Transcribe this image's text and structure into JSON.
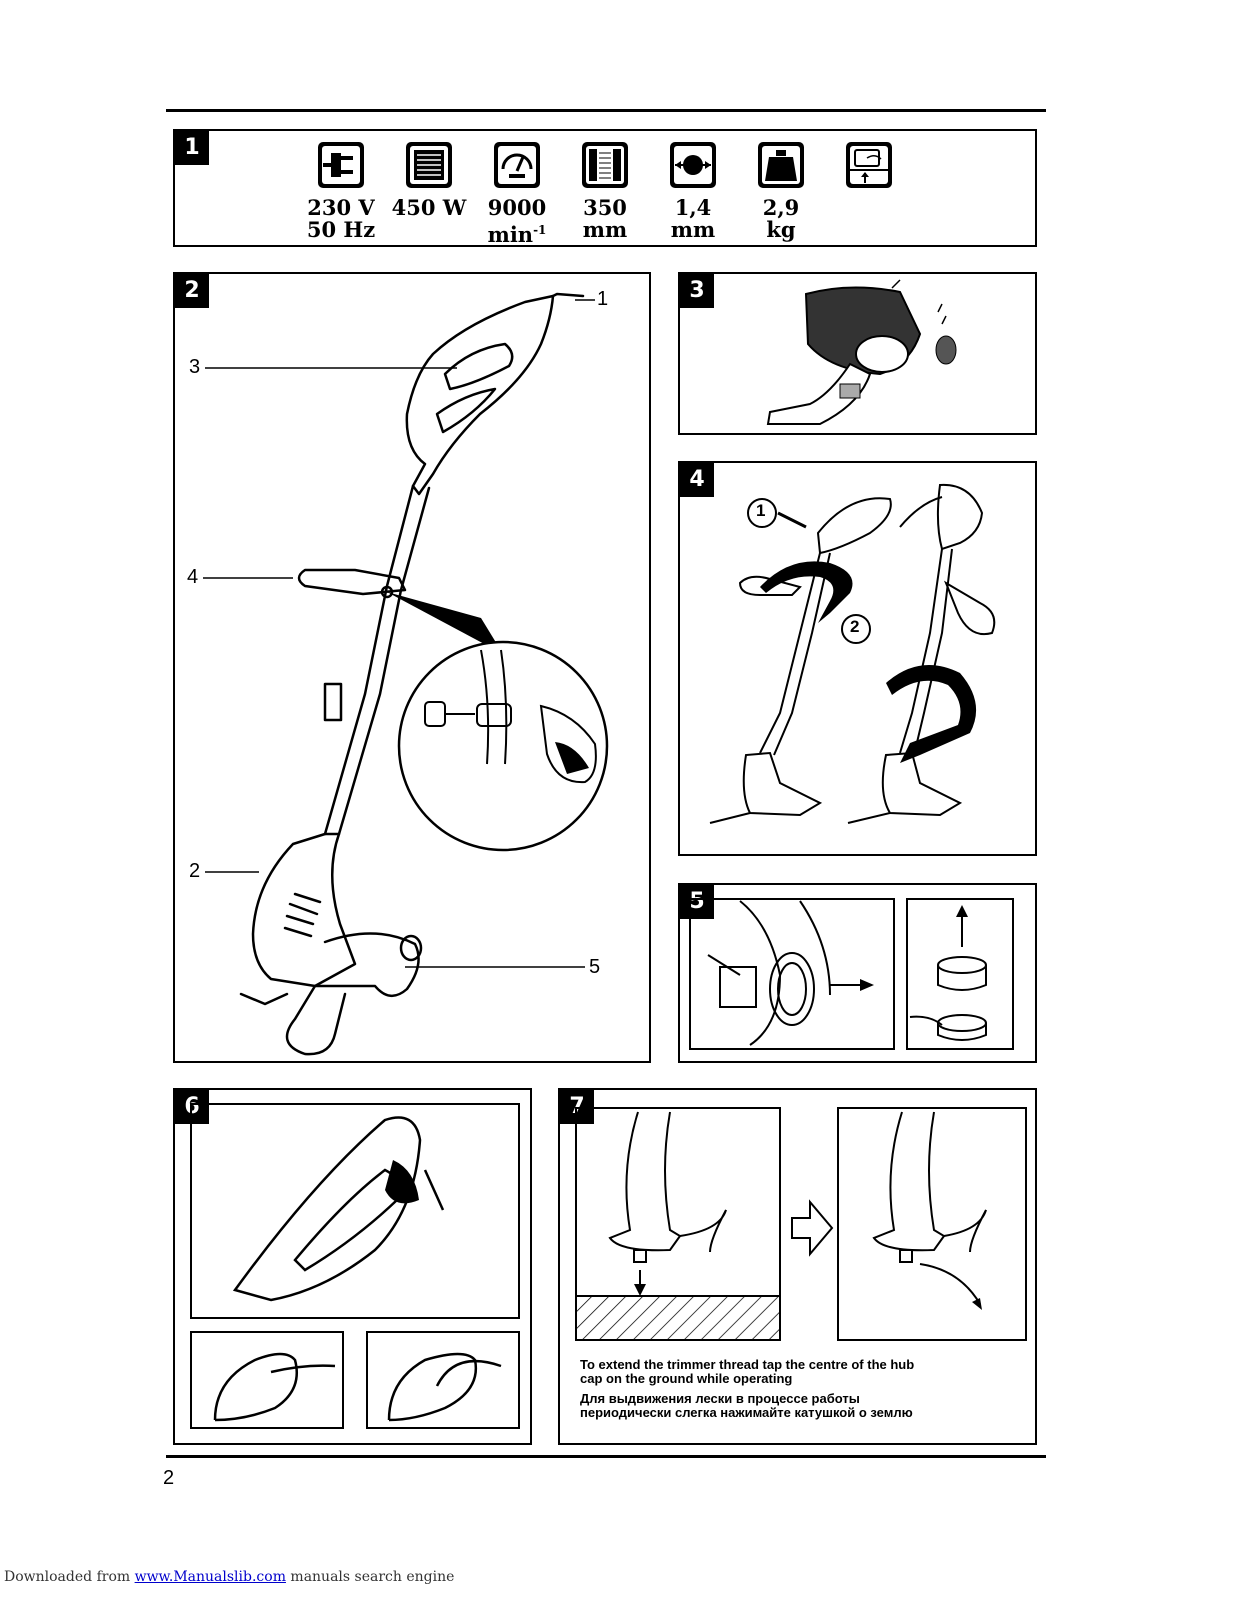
{
  "panels": {
    "p1": {
      "num": "1"
    },
    "p2": {
      "num": "2",
      "labels": [
        "1",
        "2",
        "3",
        "4",
        "5"
      ]
    },
    "p3": {
      "num": "3"
    },
    "p4": {
      "num": "4",
      "callouts": [
        "1",
        "2"
      ]
    },
    "p5": {
      "num": "5"
    },
    "p6": {
      "num": "6"
    },
    "p7": {
      "num": "7"
    }
  },
  "specs": [
    {
      "icon": "plug-icon",
      "line1": "230 V",
      "line2": "50 Hz"
    },
    {
      "icon": "motor-icon",
      "line1": "450 W",
      "line2": ""
    },
    {
      "icon": "speedometer-icon",
      "line1": "9000",
      "line2": "min",
      "sup": "-1"
    },
    {
      "icon": "cutting-width-icon",
      "line1": "350",
      "line2": "mm"
    },
    {
      "icon": "line-diameter-icon",
      "line1": "1,4",
      "line2": "mm"
    },
    {
      "icon": "weight-icon",
      "line1": "2,9",
      "line2": "kg"
    },
    {
      "icon": "cord-hook-icon",
      "line1": "",
      "line2": ""
    }
  ],
  "caption": {
    "en": "To extend the trimmer thread tap the centre of the hub cap on the ground while operating",
    "ru": "Для выдвижения лески в процессе работы периодически слегка нажимайте катушкой о землю"
  },
  "page_number": "2",
  "footer": {
    "prefix": "Downloaded from ",
    "link": "www.Manualslib.com",
    "suffix": " manuals search engine"
  }
}
